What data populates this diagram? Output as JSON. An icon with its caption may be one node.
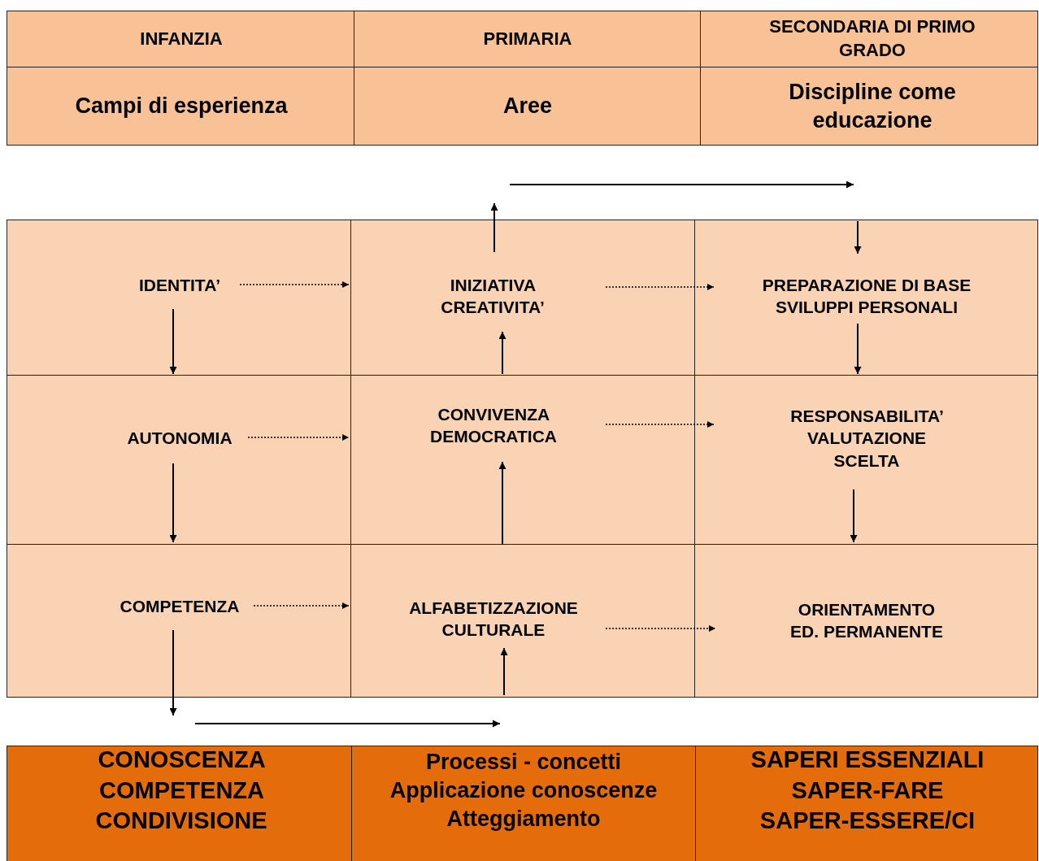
{
  "diagram": {
    "nodes": [
      {
        "text": [
          "INFANZIA"
        ]
      },
      {
        "text": [
          "PRIMARIA"
        ]
      },
      {
        "text": [
          "SECONDARIA DI PRIMO GRADO"
        ]
      },
      {
        "text": [
          "Campi di esperienza"
        ]
      },
      {
        "text": [
          "Aree"
        ]
      },
      {
        "text": [
          "Discipline come educazione"
        ]
      },
      {
        "text": [
          "IDENTITA’"
        ]
      },
      {
        "text": [
          "INIZIATIVA CREATIVITA’"
        ]
      },
      {
        "text": [
          "PREPARAZIONE DI BASE SVILUPPI PERSONALI"
        ]
      },
      {
        "text": [
          "AUTONOMIA"
        ]
      },
      {
        "text": [
          "CONVIVENZA DEMOCRATICA"
        ]
      },
      {
        "text": [
          "RESPONSABILITA’ VALUTAZIONE SCELTA"
        ]
      },
      {
        "text": [
          "COMPETENZA"
        ]
      },
      {
        "text": [
          "ALFABETIZZAZIONE CULTURALE"
        ]
      },
      {
        "text": [
          "ORIENTAMENTO ED. PERMANENTE"
        ]
      },
      {
        "text": [
          "CONOSCENZA COMPETENZA CONDIVISIONE"
        ]
      },
      {
        "text": [
          "Processi - concetti Applicazione conoscenze Atteggiamento"
        ]
      },
      {
        "text": [
          "SAPERI ESSENZIALI SAPER-FARE SAPER-ESSERE/CI"
        ]
      }
    ],
    "edges": [
      {
        "from": 6,
        "to": 7,
        "arrow": "to",
        "style": "dashed"
      },
      {
        "from": 7,
        "to": 8,
        "arrow": "to",
        "style": "dashed"
      },
      {
        "from": 9,
        "to": 10,
        "arrow": "to",
        "style": "dashed"
      },
      {
        "from": 10,
        "to": 11,
        "arrow": "to",
        "style": "dashed"
      },
      {
        "from": 12,
        "to": 13,
        "arrow": "to",
        "style": "dashed"
      },
      {
        "from": 13,
        "to": 14,
        "arrow": "to",
        "style": "dashed"
      },
      {
        "from": 6,
        "to": 9,
        "arrow": "to"
      },
      {
        "from": 9,
        "to": 12,
        "arrow": "to"
      },
      {
        "from": 12,
        "to": null,
        "arrow": "to"
      },
      {
        "from": null,
        "to": 13,
        "arrow": "to"
      },
      {
        "from": 13,
        "to": 10,
        "arrow": "to"
      },
      {
        "from": 10,
        "to": 7,
        "arrow": "to"
      },
      {
        "from": 7,
        "to": null,
        "arrow": "to"
      },
      {
        "from": null,
        "to": 8,
        "arrow": "to"
      },
      {
        "from": 8,
        "to": 11,
        "arrow": "to"
      },
      {
        "from": 11,
        "to": 14,
        "arrow": "to"
      }
    ]
  }
}
